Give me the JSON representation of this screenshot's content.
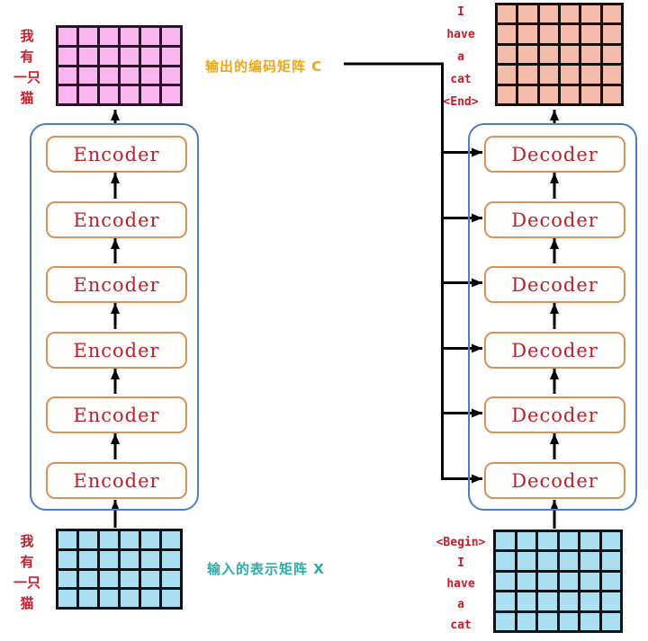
{
  "labels": {
    "encoder_output": "输出的编码矩阵  C",
    "encoder_input": "输入的表示矩阵  X"
  },
  "encoder": {
    "box_label": "Encoder",
    "count": 6
  },
  "decoder": {
    "box_label": "Decoder",
    "count": 6
  },
  "tokens": {
    "source_top": [
      "我",
      "有",
      "一只",
      "猫"
    ],
    "source_bottom": [
      "我",
      "有",
      "一只",
      "猫"
    ],
    "target_output": [
      "I",
      "have",
      "a",
      "cat",
      "<End>"
    ],
    "target_input": [
      "<Begin>",
      "I",
      "have",
      "a",
      "cat"
    ]
  },
  "matrices": {
    "encoder_output": {
      "rows": 4,
      "cols": 6,
      "fill": "#fab4ee",
      "line": "#2a1228"
    },
    "encoder_input": {
      "rows": 4,
      "cols": 6,
      "fill": "#abdff2",
      "line": "#0e1418"
    },
    "decoder_output": {
      "rows": 5,
      "cols": 6,
      "fill": "#f2bbaa",
      "line": "#14100e"
    },
    "decoder_input": {
      "rows": 5,
      "cols": 6,
      "fill": "#abdff2",
      "line": "#0e1418"
    }
  },
  "colors": {
    "token_text": "#cb1b2a",
    "box_text": "#b8222f",
    "box_border": "#d6935b",
    "container_border": "#4a7ec0",
    "encoder_output_label": "#f0a70d",
    "encoder_input_label": "#2aada9",
    "line": "#000000"
  }
}
